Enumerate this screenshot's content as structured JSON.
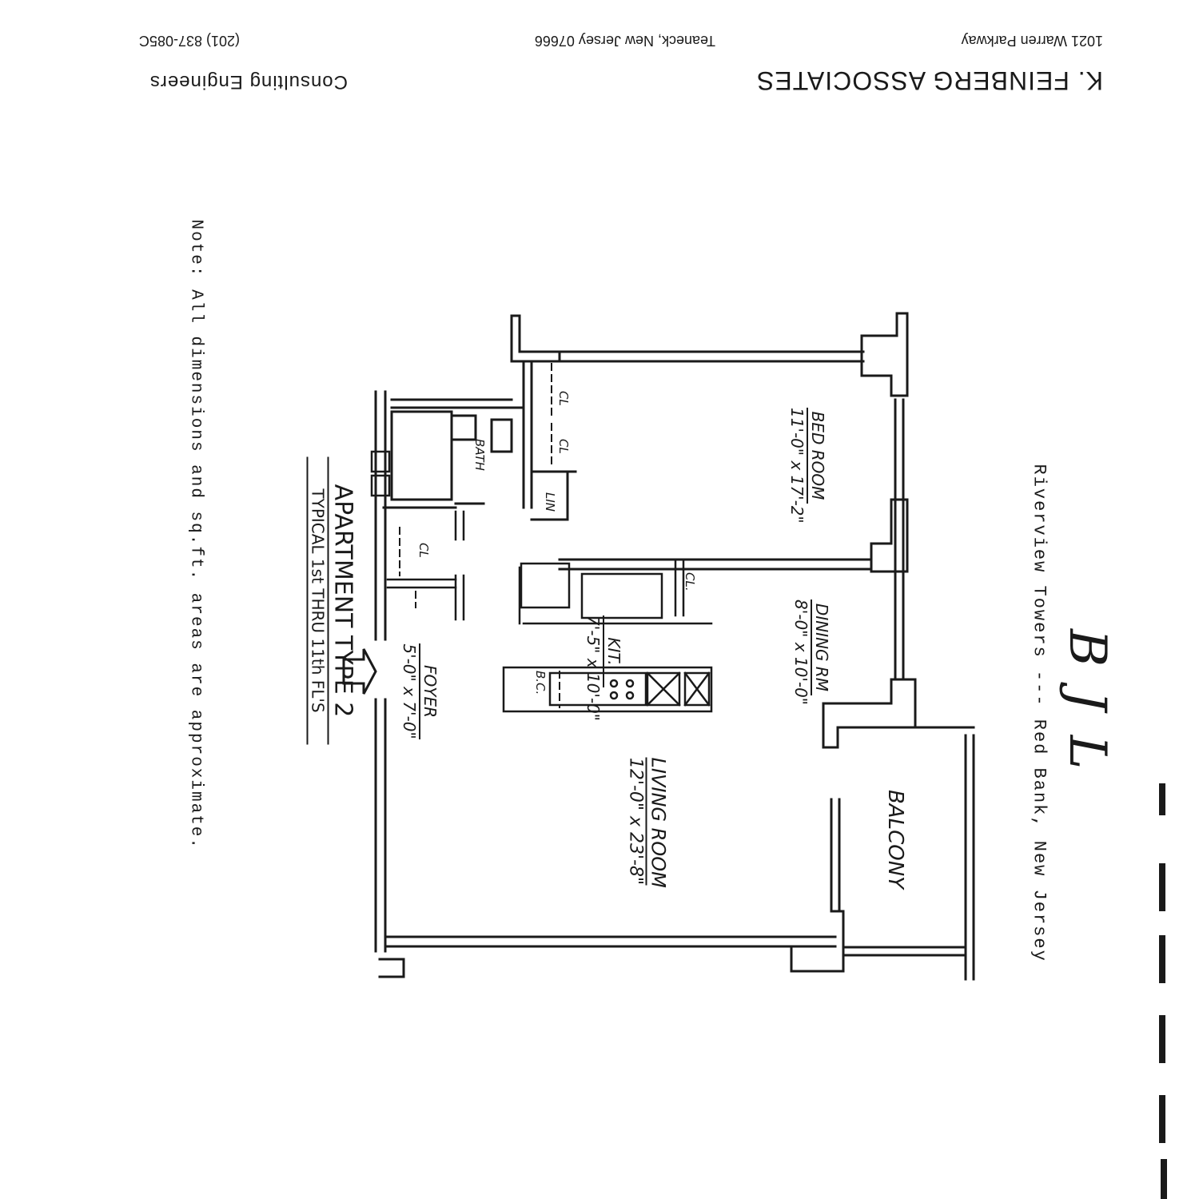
{
  "header": {
    "firm_name": "K. FEINBERG ASSOCIATES",
    "address_street": "1021 Warren Parkway",
    "address_city": "Teaneck, New Jersey 07666",
    "phone": "(201) 837-085C",
    "tagline": "Consulting Engineers"
  },
  "project": {
    "title": "Riverview Towers --- Red Bank, New Jersey",
    "code": "BJL"
  },
  "plan": {
    "apartment_type": "APARTMENT TYPE 2",
    "floors": "TYPICAL 1st THRU 11th FL'S",
    "rooms": [
      {
        "name": "BED ROOM",
        "size": "11'-0\" x 17'-2\""
      },
      {
        "name": "DINING RM",
        "size": "8'-0\" x 10'-0\""
      },
      {
        "name": "KIT.",
        "size": "7'-5\" x 10'-0\""
      },
      {
        "name": "FOYER",
        "size": "5'-0\" x 7'-0\""
      },
      {
        "name": "LIVING ROOM",
        "size": "12'-0\" x 23'-8\""
      },
      {
        "name": "BALCONY",
        "size": ""
      }
    ],
    "labels": {
      "bath": "BATH",
      "closet": "CL",
      "closet_kit": "CL.",
      "linen": "LIN",
      "broom_closet": "B.C."
    }
  },
  "note": "Note: All dimensions and sq.ft. areas are approximate.",
  "colors": {
    "ink": "#1a1a1a",
    "paper": "#ffffff"
  }
}
